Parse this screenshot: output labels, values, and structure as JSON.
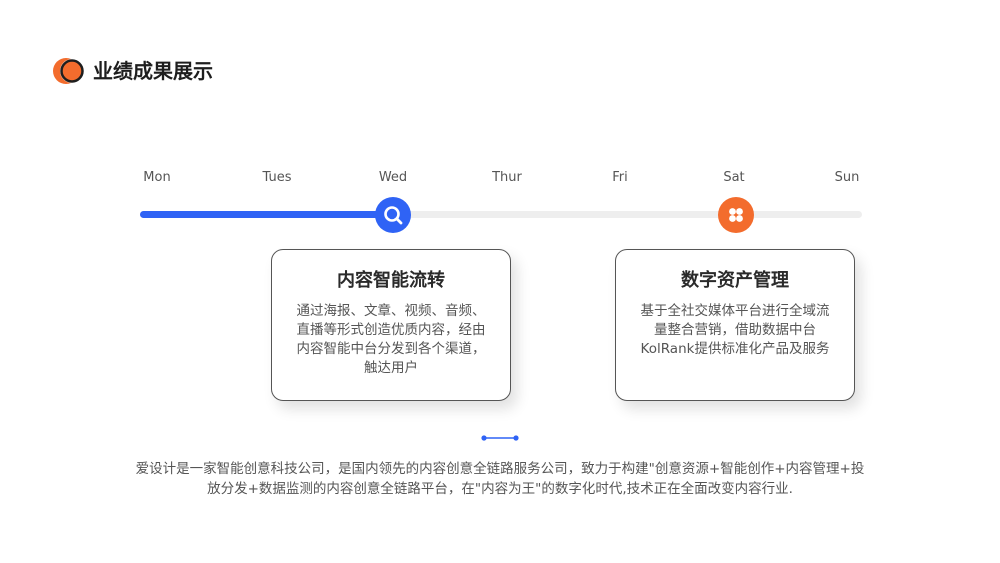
{
  "header": {
    "title": "业绩成果展示",
    "logo_colors": [
      "#f36c2d",
      "#1e1e1e"
    ]
  },
  "timeline": {
    "days": [
      "Mon",
      "Tues",
      "Wed",
      "Thur",
      "Fri",
      "Sat",
      "Sun"
    ],
    "progress_fraction": 0.34,
    "colors": {
      "progress": "#2f63f5",
      "track": "#eeeeee",
      "accent": "#f36c2d"
    },
    "markers": [
      {
        "day": "Wed",
        "icon": "search-icon",
        "color": "#2f63f5"
      },
      {
        "day": "Sat",
        "icon": "grid-icon",
        "color": "#f36c2d"
      }
    ]
  },
  "cards": [
    {
      "title": "内容智能流转",
      "body": "通过海报、文章、视频、音频、直播等形式创造优质内容，经由内容智能中台分发到各个渠道，触达用户"
    },
    {
      "title": "数字资产管理",
      "body": "基于全社交媒体平台进行全域流量整合营销，借助数据中台KolRank提供标准化产品及服务"
    }
  ],
  "footer": {
    "text": "爱设计是一家智能创意科技公司，是国内领先的内容创意全链路服务公司，致力于构建\"创意资源+智能创作+内容管理+投放分发+数据监测的内容创意全链路平台，在\"内容为王\"的数字化时代,技术正在全面改变内容行业."
  }
}
